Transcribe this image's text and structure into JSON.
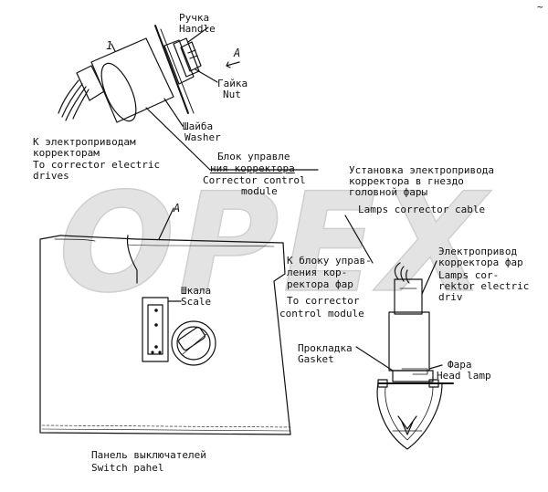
{
  "watermark": "OPEX",
  "corner_mark": "~",
  "callout_number": "1",
  "view_marks": {
    "a_top": "A",
    "a_left": "A"
  },
  "labels": {
    "handle_ru": "Ручка",
    "handle_en": "Handle",
    "nut_ru": "Гайка",
    "nut_en": "Nut",
    "washer_ru": "Шайба",
    "washer_en": "Washer",
    "to_drives_ru_1": "К электроприводам",
    "to_drives_ru_2": "корректорам",
    "to_drives_en_1": "To corrector electric",
    "to_drives_en_2": "drives",
    "control_ru_1": "Блок управле",
    "control_ru_2": "ния корректора",
    "control_en_1": "Corrector control",
    "control_en_2": "module",
    "install_ru_1": "Установка электропривода",
    "install_ru_2": "корректора в гнездо",
    "install_ru_3": "головной фары",
    "install_en": "Lamps corrector cable",
    "to_module_ru_1": "К блоку управ-",
    "to_module_ru_2": "ления кор-",
    "to_module_ru_3": "ректора фар",
    "to_module_en_1": "To corrector",
    "to_module_en_2": "control module",
    "drive_ru_1": "Электропривод",
    "drive_ru_2": "корректора фар",
    "drive_en_1": "Lamps cor-",
    "drive_en_2": "rektor electric",
    "drive_en_3": "driv",
    "scale_ru": "Шкала",
    "scale_en": "Scale",
    "gasket_ru": "Прокладка",
    "gasket_en": "Gasket",
    "headlamp_ru": "Фара",
    "headlamp_en": "Head lamp",
    "panel_ru": "Панель выключателей",
    "panel_en": "Switch pahel"
  },
  "colors": {
    "ink": "#111111",
    "watermark": "#d9d9d9",
    "background": "#ffffff"
  }
}
